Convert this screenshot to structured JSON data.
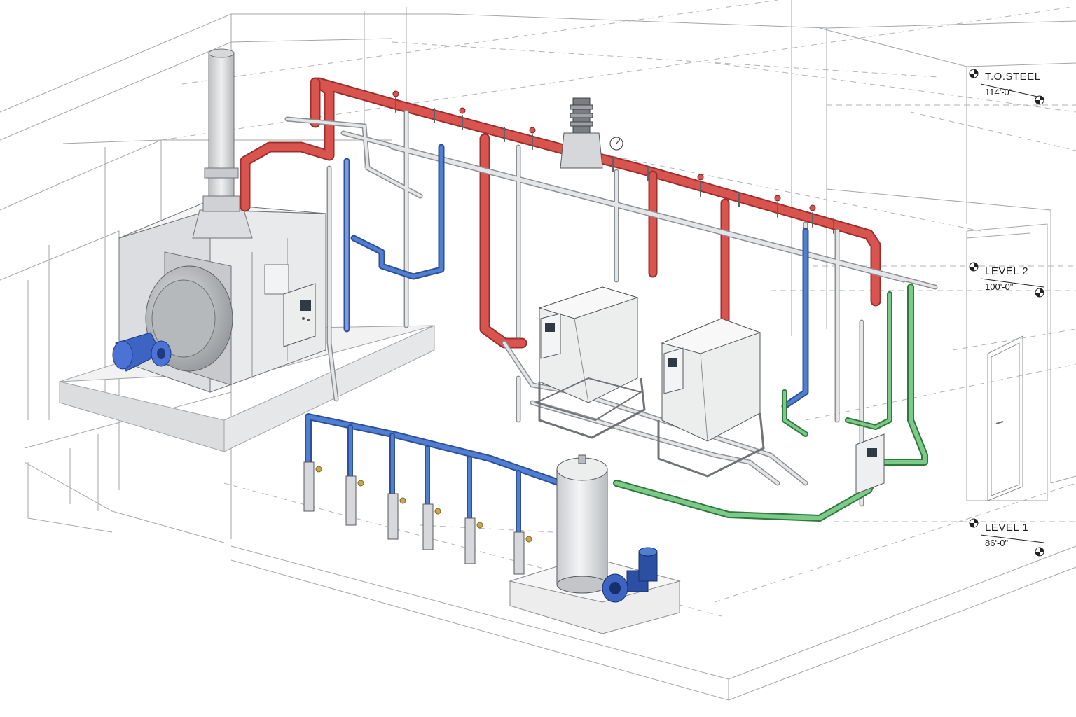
{
  "levels": [
    {
      "name": "T.O.STEEL",
      "elevation": "114'-0\""
    },
    {
      "name": "LEVEL 2",
      "elevation": "100'-0\""
    },
    {
      "name": "LEVEL 1",
      "elevation": "86'-0\""
    }
  ],
  "colors": {
    "steam": "#d9534f",
    "cold_water": "#4f7fd1",
    "condensate": "#4aa85a",
    "gray_pipe": "#c9cccf",
    "equipment": "#e8e9eb",
    "linework": "#8a8d92"
  },
  "icons": [
    "level-datum-icon",
    "control-panel-icon",
    "pressure-gauge-icon",
    "valve-icon",
    "pump-motor-icon"
  ]
}
